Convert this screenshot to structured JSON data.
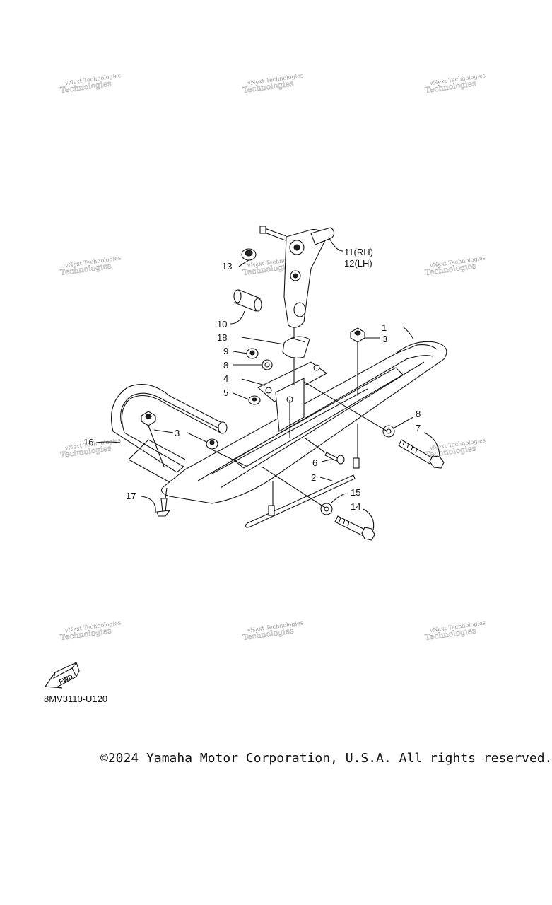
{
  "watermark": {
    "line1": "vNext Technologies",
    "line2": "Technologies"
  },
  "callouts": {
    "c1": "1",
    "c2": "2",
    "c3a": "3",
    "c3b": "3",
    "c4": "4",
    "c5": "5",
    "c6": "6",
    "c7": "7",
    "c8a": "8",
    "c8b": "8",
    "c9": "9",
    "c10": "10",
    "c11": "11(RH)",
    "c12": "12(LH)",
    "c13": "13",
    "c14": "14",
    "c15": "15",
    "c16": "16",
    "c17": "17",
    "c18": "18"
  },
  "fwd_label": "FWD",
  "diagram_code": "8MV3110-U120",
  "copyright": "©2024 Yamaha Motor Corporation, U.S.A. All rights reserved."
}
